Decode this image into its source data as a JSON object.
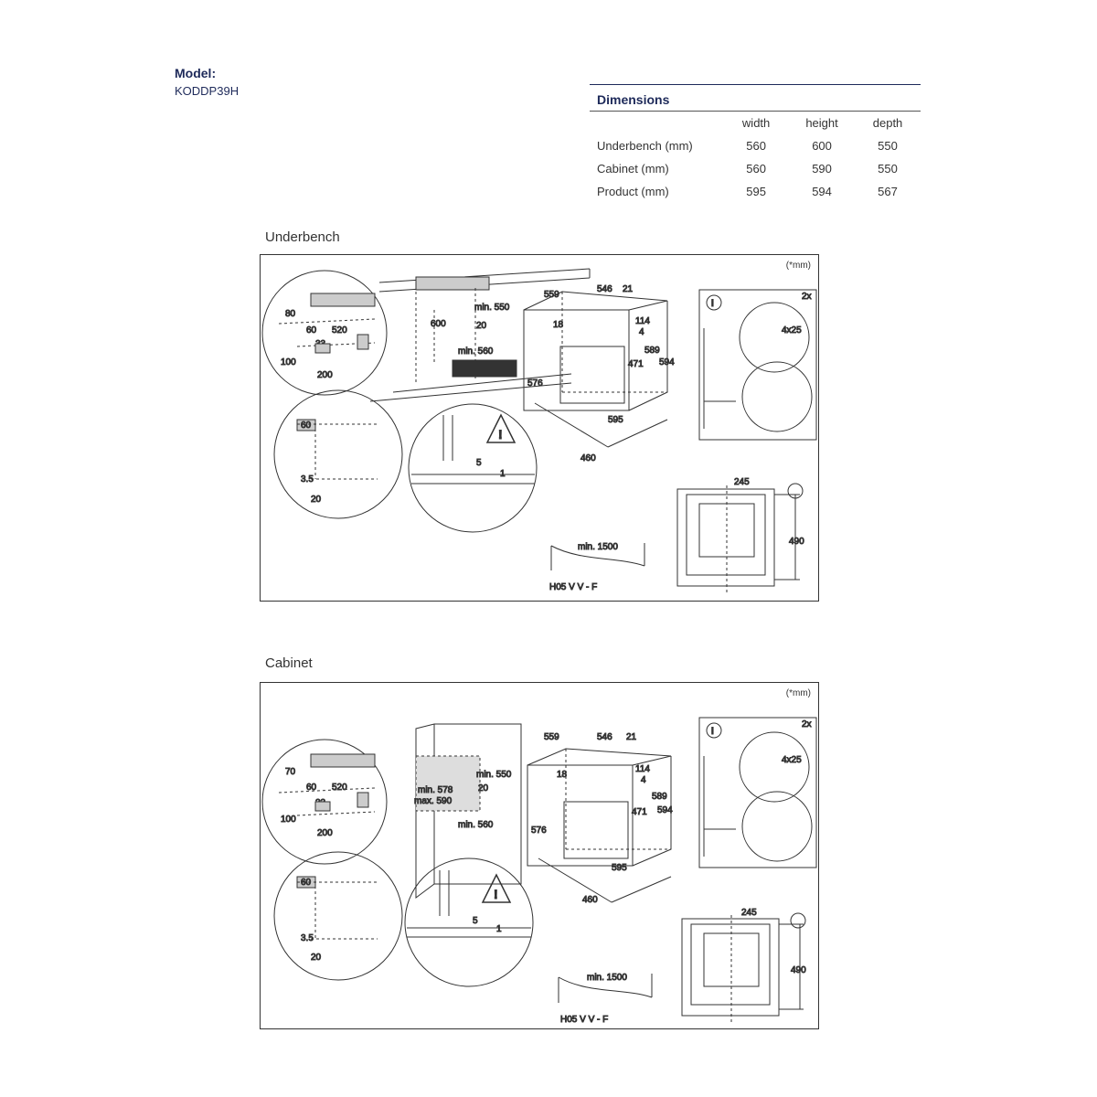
{
  "model": {
    "label": "Model:",
    "value": "KODDP39H"
  },
  "dimensions": {
    "title": "Dimensions",
    "columns": [
      "width",
      "height",
      "depth"
    ],
    "rows": [
      {
        "label": "Underbench (mm)",
        "width": "560",
        "height": "600",
        "depth": "550"
      },
      {
        "label": "Cabinet (mm)",
        "width": "560",
        "height": "590",
        "depth": "550"
      },
      {
        "label": "Product (mm)",
        "width": "595",
        "height": "594",
        "depth": "567"
      }
    ]
  },
  "underbench": {
    "title": "Underbench",
    "unit_note": "(*mm)",
    "labels": {
      "d80": "80",
      "d60": "60",
      "d520": "520",
      "d33": "33",
      "d100": "100",
      "d200": "200",
      "d600": "600",
      "min550": "min. 550",
      "d20": "20",
      "min560": "min. 560",
      "d559": "559",
      "d546": "546",
      "d21": "21",
      "d18": "18",
      "d114": "114",
      "d4": "4",
      "d589": "589",
      "d471": "471",
      "d594": "594",
      "d576": "576",
      "d595": "595",
      "d460": "460",
      "c60": "60",
      "c33": "3.5",
      "c20": "20",
      "w5": "5",
      "w1": "1",
      "screws": "4x25",
      "qty": "2x",
      "d245": "245",
      "d490": "490",
      "cable_min": "min. 1500",
      "cable_type": "H05 V V - F"
    }
  },
  "cabinet": {
    "title": "Cabinet",
    "unit_note": "(*mm)",
    "labels": {
      "d70": "70",
      "d60": "60",
      "d520": "520",
      "d33": "33",
      "d100": "100",
      "d200": "200",
      "min578": "min. 578",
      "max590": "max. 590",
      "min550": "min. 550",
      "d20": "20",
      "min560": "min. 560",
      "d559": "559",
      "d546": "546",
      "d21": "21",
      "d18": "18",
      "d114": "114",
      "d4": "4",
      "d589": "589",
      "d471": "471",
      "d594": "594",
      "d576": "576",
      "d595": "595",
      "d460": "460",
      "c60": "60",
      "c33": "3.5",
      "c20": "20",
      "w5": "5",
      "w1": "1",
      "screws": "4x25",
      "qty": "2x",
      "d245": "245",
      "d490": "490",
      "cable_min": "min. 1500",
      "cable_type": "H05 V V - F"
    }
  }
}
